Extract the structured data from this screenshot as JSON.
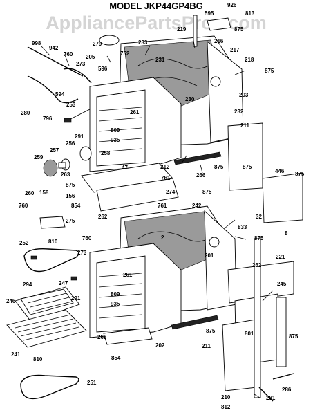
{
  "title": "MODEL JKP44GP4BG",
  "watermark": "AppliancePartsPros.com",
  "parts": {
    "p926": "926",
    "p813": "813",
    "p595": "595",
    "p219": "219",
    "p875a": "875",
    "p998": "998",
    "p942": "942",
    "p279": "279",
    "p233": "233",
    "p216": "216",
    "p760a": "760",
    "p205": "205",
    "p752": "752",
    "p217": "217",
    "p218": "218",
    "p273a": "273",
    "p231": "231",
    "p875b": "875",
    "p596": "596",
    "p594": "594",
    "p203": "203",
    "p230": "230",
    "p280": "280",
    "p253": "253",
    "p232": "232",
    "p796": "796",
    "p261a": "261",
    "p809a": "809",
    "p291a": "291",
    "p935a": "935",
    "p211a": "211",
    "p256": "256",
    "p257": "257",
    "p258": "258",
    "p212": "212",
    "p875c": "875",
    "p875d": "875",
    "p266": "266",
    "p259": "259",
    "p47": "47",
    "p446": "446",
    "p875e": "875",
    "p263": "263",
    "p761a": "761",
    "p260": "260",
    "p875f": "875",
    "p274": "274",
    "p875g": "875",
    "p158": "158",
    "p156": "156",
    "p854a": "854",
    "p761b": "761",
    "p242": "242",
    "p760b": "760",
    "p262a": "262",
    "p32": "32",
    "p275": "275",
    "p833": "833",
    "p8": "8",
    "p2": "2",
    "p252": "252",
    "p810a": "810",
    "p760c": "760",
    "p875h": "875",
    "p273b": "273",
    "p201": "201",
    "p262b": "262",
    "p221": "221",
    "p261b": "261",
    "p294": "294",
    "p247": "247",
    "p245": "245",
    "p291b": "291",
    "p809b": "809",
    "p935b": "935",
    "p246": "246",
    "p875i": "875",
    "p801": "801",
    "p875j": "875",
    "p268": "268",
    "p202": "202",
    "p211b": "211",
    "p241": "241",
    "p854b": "854",
    "p810b": "810",
    "p251": "251",
    "p286": "286",
    "p210": "210",
    "p281": "281",
    "p812": "812"
  }
}
